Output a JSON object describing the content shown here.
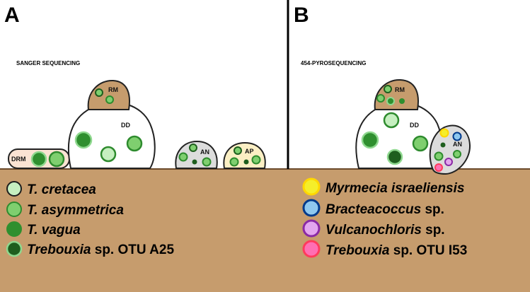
{
  "panels": {
    "a": {
      "letter": "A",
      "method": "SANGER SEQUENCING"
    },
    "b": {
      "letter": "B",
      "method": "454-PYROSEQUENCING"
    }
  },
  "labels": {
    "drm": "DRM",
    "dd": "DD",
    "rm": "RM",
    "an": "AN",
    "ap": "AP"
  },
  "legend": {
    "left": [
      {
        "italic": "T. cretacea",
        "rest": "",
        "color": "#c6efc0",
        "ring": "#2e8b2e"
      },
      {
        "italic": "T. asymmetrica",
        "rest": "",
        "color": "#7fcf6f",
        "ring": "#2e8b2e"
      },
      {
        "italic": "T. vagua",
        "rest": "",
        "color": "#2f8f2f",
        "ring": "#8fd88f"
      },
      {
        "italic": "Trebouxia",
        "rest": " sp. OTU A25",
        "color": "#1e5e1e",
        "ring": "#8fd88f"
      }
    ],
    "right": [
      {
        "italic": "Myrmecia israeliensis",
        "rest": "",
        "color": "#f5ee2a",
        "ring": "#ffd700"
      },
      {
        "italic": "Bracteacoccus",
        "rest": " sp.",
        "color": "#8fc8ef",
        "ring": "#003a8c"
      },
      {
        "italic": "Vulcanochloris",
        "rest": " sp.",
        "color": "#e3a6ee",
        "ring": "#8a2aa5"
      },
      {
        "italic": "Trebouxia",
        "rest": " sp. OTU I53",
        "color": "#ff6fb3",
        "ring": "#ff3b5c"
      }
    ]
  },
  "colors": {
    "ground": "#c69c6d",
    "rock": "#a97e54",
    "blob_white": "#ffffff",
    "blob_grey": "#dcdcdc",
    "blob_drm": "#fbe3d3",
    "blob_ap": "#fbefc4"
  }
}
